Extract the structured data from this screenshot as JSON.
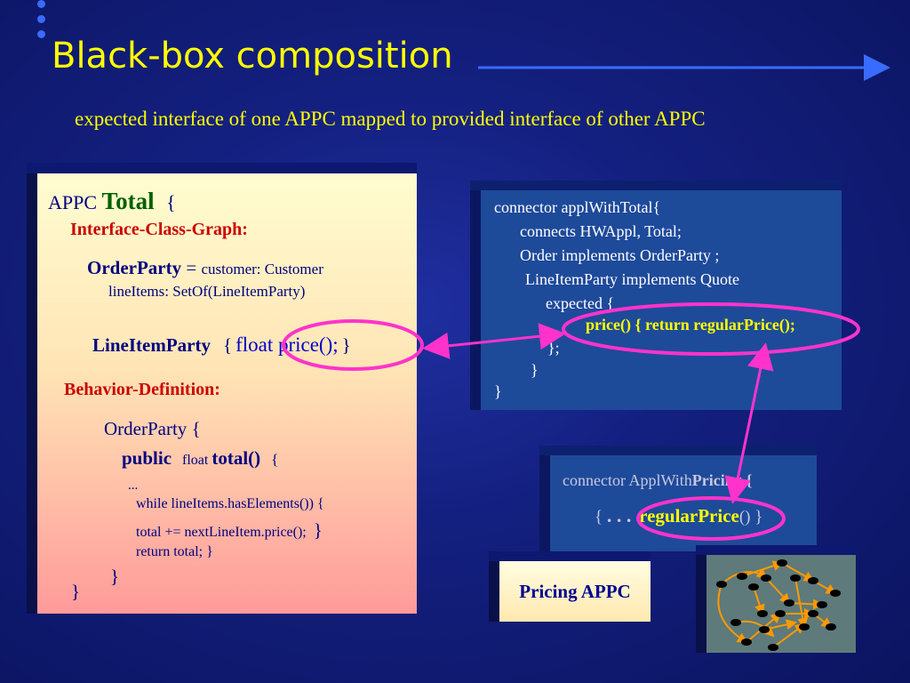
{
  "title": "Black-box composition",
  "subtitle": "expected  interface of one APPC mapped to provided interface of other APPC",
  "appc": {
    "kw": "APPC",
    "name": "Total",
    "brace": "{",
    "icg_label": "Interface-Class-Graph:",
    "orderparty_name": "OrderParty",
    "orderparty_eq": " = ",
    "orderparty_customer": "customer:  Customer",
    "lineitems": "lineItems:  SetOf(LineItemParty)",
    "lineitemparty_name": "LineItemParty",
    "lineitemparty_open": "{",
    "lineitemparty_method": "float price();",
    "lineitemparty_close": "}",
    "bd_label": "Behavior-Definition:",
    "bd_orderparty": "OrderParty",
    "bd_orderparty_brace": "{",
    "public_kw": "public",
    "float_kw": "float",
    "total_name": "total()",
    "total_brace": "{",
    "ellipsis": "...",
    "while_line": "while lineItems.hasElements()) {",
    "total_line": "total += nextLineItem.price();",
    "total_line_brace": "}",
    "return_line": "return total; }",
    "close_inner": "}",
    "close_outer": "}"
  },
  "connector1": {
    "line1": "connector applWithTotal{",
    "line2": "connects HWAppl, Total;",
    "line3": "Order implements OrderParty ;",
    "line4": "LineItemParty  implements  Quote",
    "line5": "expected {",
    "line6": "price() { return regularPrice();",
    "line7": "};",
    "line8": "}",
    "line9": "}"
  },
  "connector2": {
    "line1_prefix": "connector ApplWith",
    "line1_bold": "Pricing {",
    "line2_open": "{ ",
    "line2_dots": ". . .",
    "line2_method": "regularPrice",
    "line2_tail": "() }"
  },
  "pricing": {
    "label": "Pricing APPC"
  },
  "colors": {
    "highlight_ellipse": "#ff33cc",
    "title": "#ffff00",
    "bullet": "#3a6bff",
    "graph_edges": "#ff9900"
  }
}
